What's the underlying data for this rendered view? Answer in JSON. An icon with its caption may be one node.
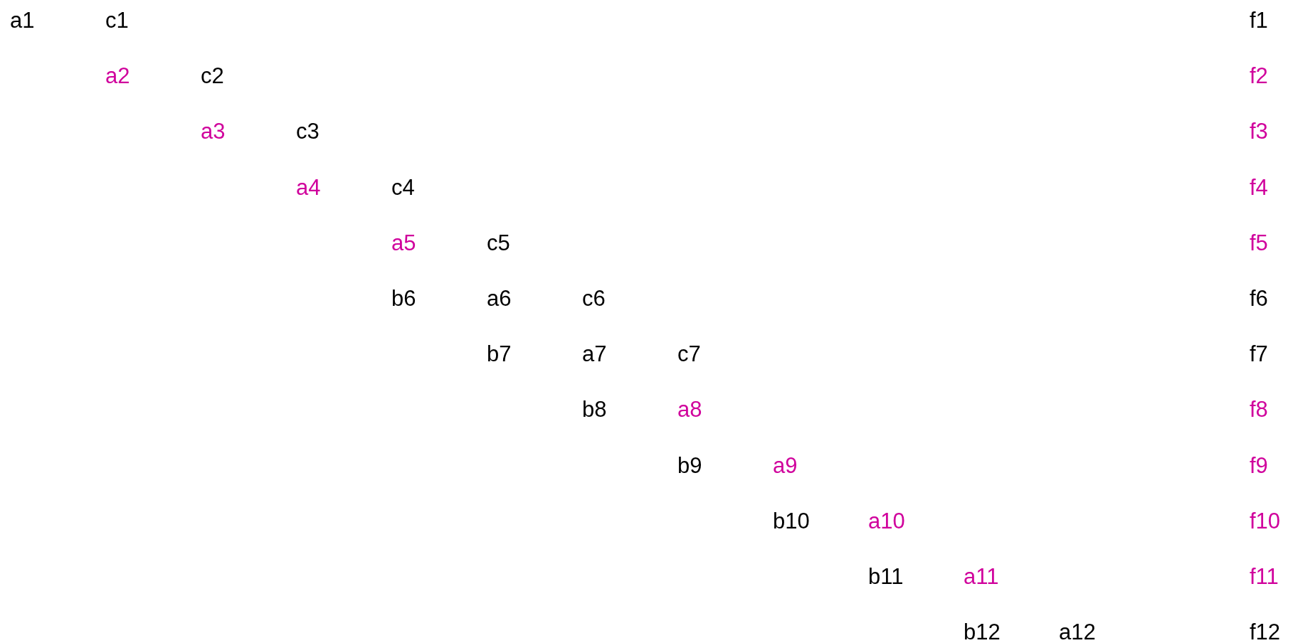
{
  "diagram": {
    "labels": [
      "a1",
      "c1",
      "f1",
      "a2",
      "c2",
      "f2",
      "a3",
      "c3",
      "f3",
      "a4",
      "c4",
      "f4",
      "a5",
      "c5",
      "f5",
      "b6",
      "a6",
      "c6",
      "f6",
      "b7",
      "a7",
      "c7",
      "f7",
      "b8",
      "a8",
      "f8",
      "b9",
      "a9",
      "f9",
      "b10",
      "a10",
      "f10",
      "b11",
      "a11",
      "f11",
      "b12",
      "a12",
      "f12"
    ]
  }
}
